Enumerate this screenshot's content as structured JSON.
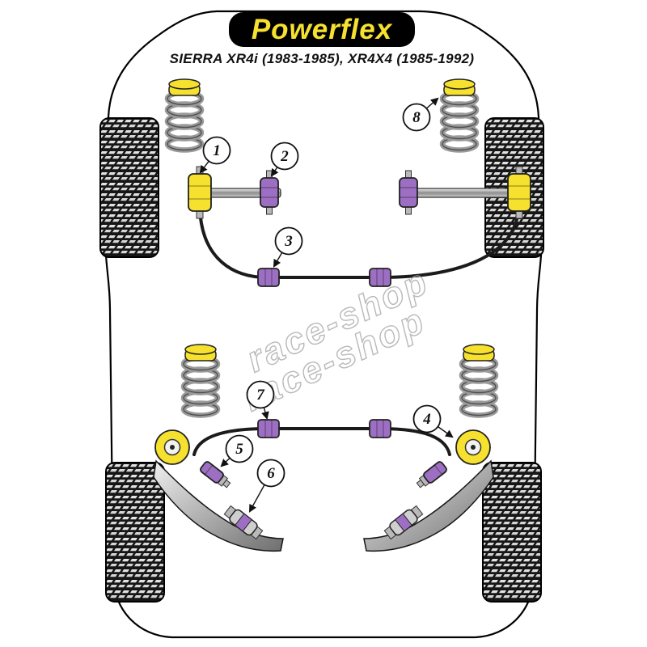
{
  "header": {
    "brand": "Powerflex",
    "subtitle": "SIERRA XR4i (1983-1985), XR4X4 (1985-1992)"
  },
  "watermark": {
    "text": "race-shop"
  },
  "callouts": [
    {
      "num": "1"
    },
    {
      "num": "2"
    },
    {
      "num": "3"
    },
    {
      "num": "4"
    },
    {
      "num": "5"
    },
    {
      "num": "6"
    },
    {
      "num": "7"
    },
    {
      "num": "8"
    }
  ],
  "colors": {
    "brand_yellow": "#f5e12e",
    "bushing_purple": "#9d6fc3",
    "logo_bg": "#000000",
    "spring_gray": "#9a9a9a",
    "watermark_gray": "#a8a8a8",
    "tire_black": "#161616"
  }
}
